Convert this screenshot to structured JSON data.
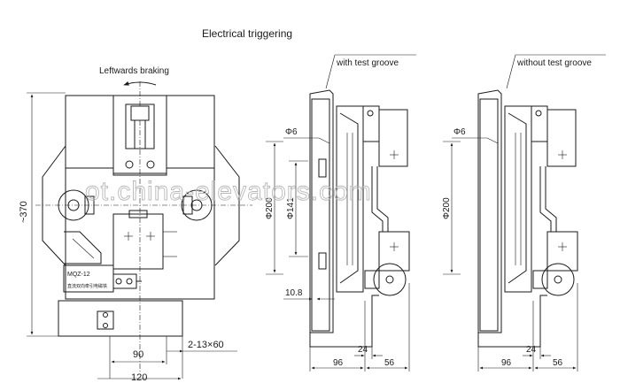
{
  "title": "Electrical triggering",
  "front_view": {
    "direction_label": "Leftwards braking",
    "height_dim": "~370",
    "width_dim_inner": "90",
    "width_dim_outer": "120",
    "hole_spec": "2-13×60",
    "nameplate_code": "MQZ-12",
    "nameplate_text": "直流双向牵引电磁铁"
  },
  "side_view_left": {
    "caption": "with test groove",
    "dims": {
      "small_hole": "Φ6",
      "outer_dia": "Φ200",
      "inner_dia": "Φ141",
      "offset": "10.8",
      "base_width": "96",
      "gap": "24",
      "motor_width": "56"
    }
  },
  "side_view_right": {
    "caption": "without test groove",
    "dims": {
      "small_hole": "Φ6",
      "outer_dia": "Φ200",
      "base_width": "96",
      "gap": "24",
      "motor_width": "56"
    }
  },
  "watermark": "ot.china-elevators.com"
}
